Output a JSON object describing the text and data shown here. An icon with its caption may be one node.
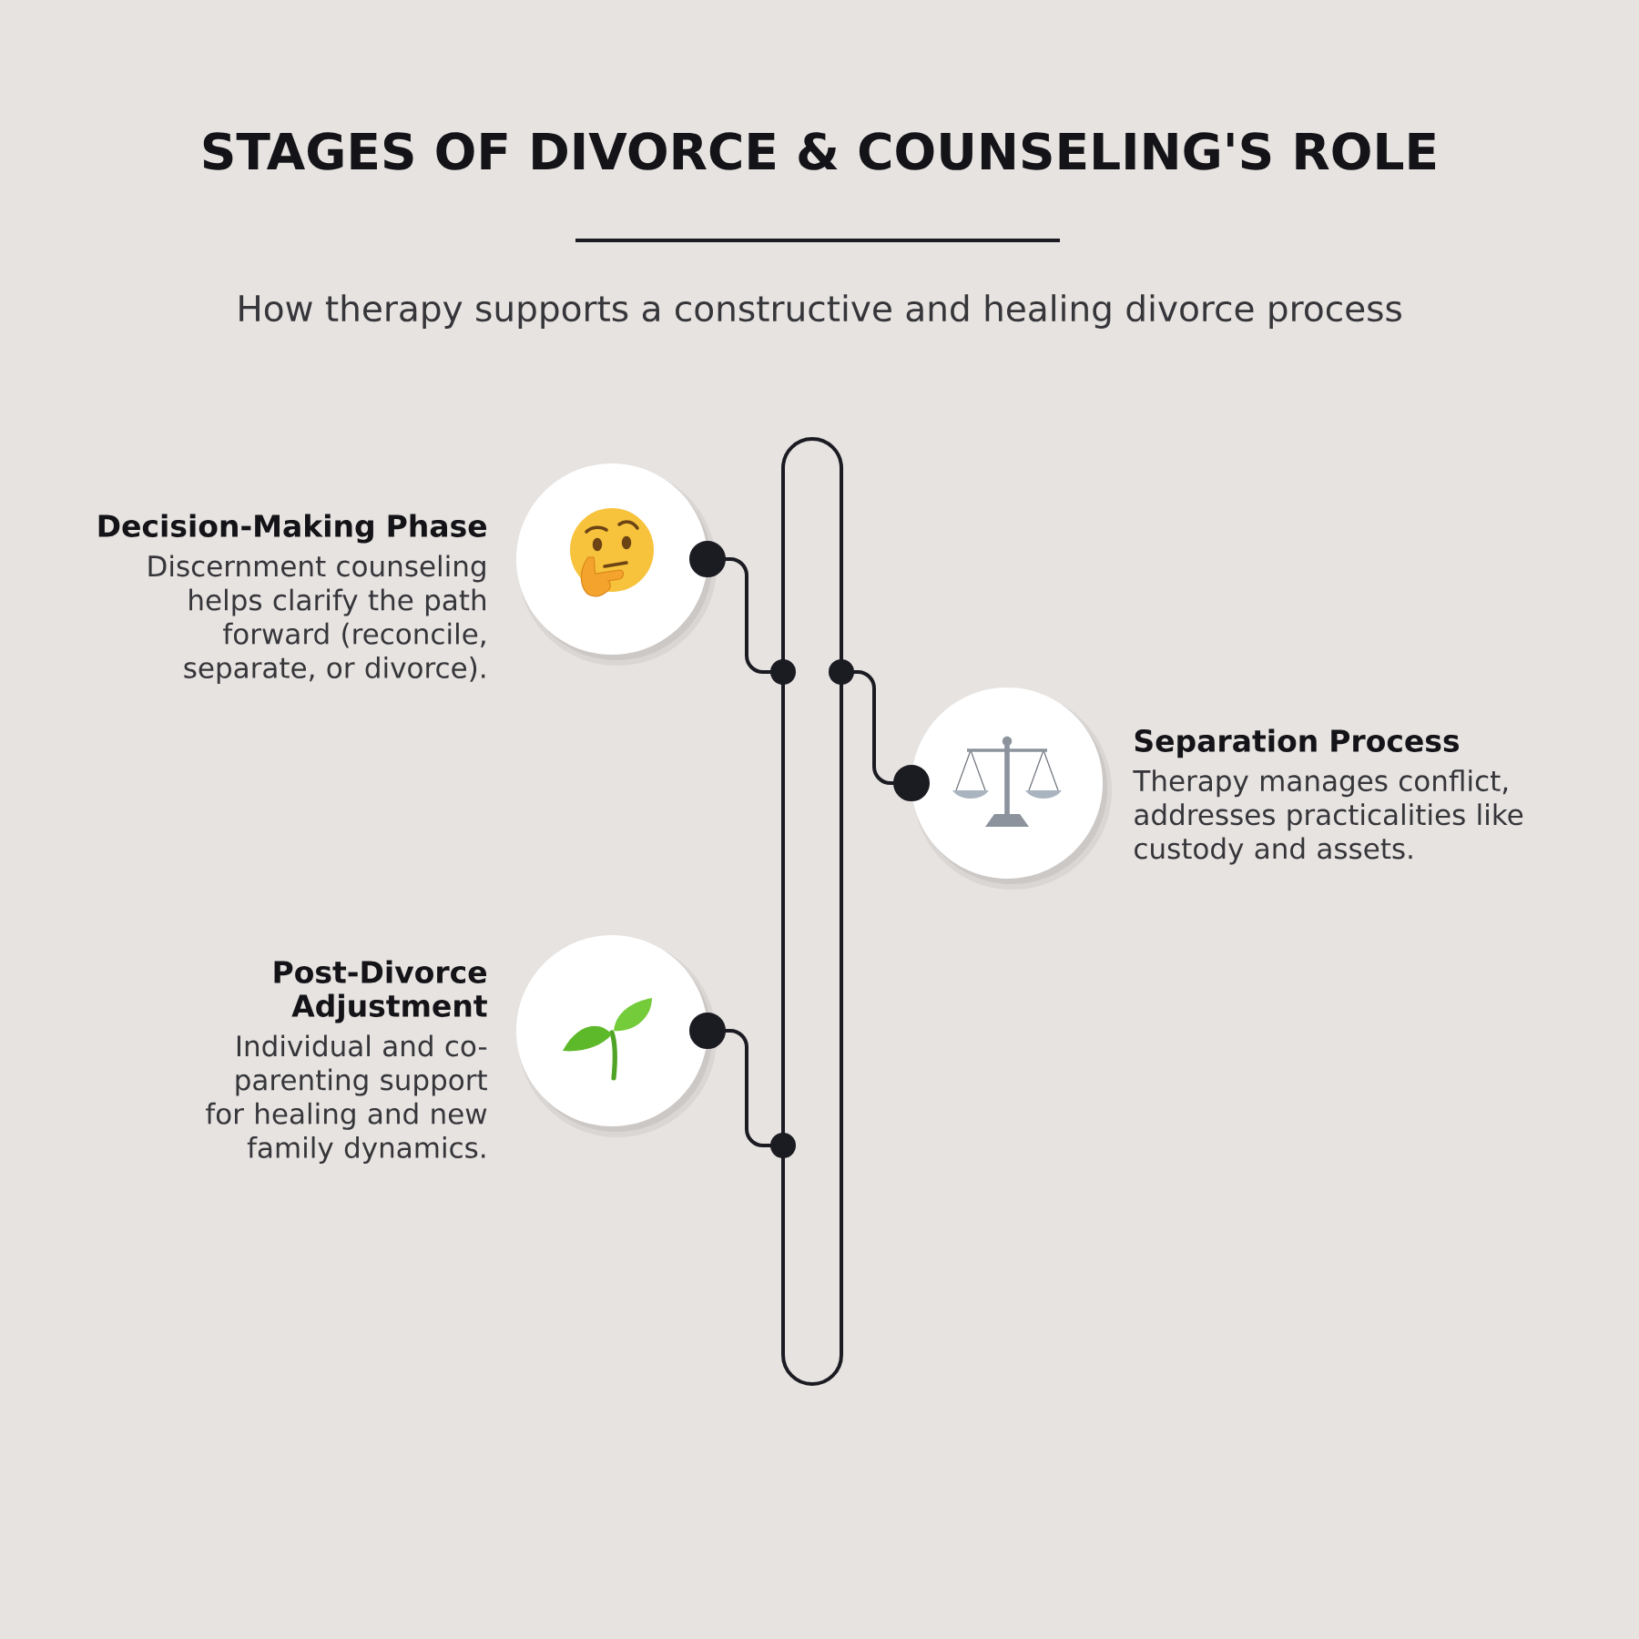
{
  "diagram": {
    "title": "STAGES OF DIVORCE & COUNSELING'S ROLE",
    "nodes": [
      {
        "text": [],
        "shape": "bar"
      },
      {
        "text": [],
        "shape": "circle",
        "beside": [
          "Decision-Making Phase",
          "Discernment counseling helps clarify the path forward (reconcile, separate, or divorce)."
        ]
      },
      {
        "text": [],
        "shape": "circle",
        "beside": [
          "Separation Process",
          "Therapy manages conflict, addresses practicalities like custody and assets."
        ]
      },
      {
        "text": [],
        "shape": "circle",
        "beside": [
          "Post-Divorce Adjustment",
          "Individual and co-parenting support for healing and new family dynamics."
        ]
      }
    ],
    "edges": [
      {
        "from": 1,
        "to": 0,
        "arrow": "other"
      },
      {
        "from": 2,
        "to": 0,
        "arrow": "other"
      },
      {
        "from": 3,
        "to": 0,
        "arrow": "other"
      }
    ],
    "labels": [
      "How therapy supports a constructive and healing divorce process"
    ]
  }
}
